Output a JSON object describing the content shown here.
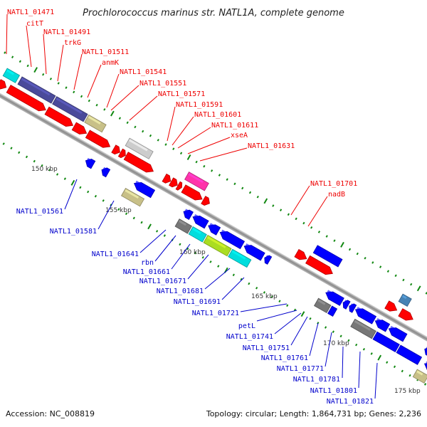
{
  "title": "Prochlorococcus marinus str. NATL1A, complete genome",
  "footer": {
    "accession": "Accession: NC_008819",
    "summary": "Topology: circular; Length: 1,864,731 bp; Genes: 2,236"
  },
  "colors": {
    "forward_gene": "#ff0000",
    "reverse_gene": "#0000ff",
    "backbone": "#999999",
    "tick": "#118811",
    "label_forward": "#ee0000",
    "label_reverse": "#0000cc"
  },
  "scale_ticks": [
    {
      "label": "150 kbp"
    },
    {
      "label": "155 kbp"
    },
    {
      "label": "160 kbp"
    },
    {
      "label": "165 kbp"
    },
    {
      "label": "170 kbp"
    },
    {
      "label": "175 kbp"
    }
  ],
  "forward_labels": [
    {
      "text": "NATL1_01471"
    },
    {
      "text": "citT"
    },
    {
      "text": "NATL1_01491"
    },
    {
      "text": "trkG"
    },
    {
      "text": "NATL1_01511"
    },
    {
      "text": "anmK"
    },
    {
      "text": "NATL1_01541"
    },
    {
      "text": "NATL1_01551"
    },
    {
      "text": "NATL1_01571"
    },
    {
      "text": "NATL1_01591"
    },
    {
      "text": "NATL1_01601"
    },
    {
      "text": "NATL1_01611"
    },
    {
      "text": "xseA"
    },
    {
      "text": "NATL1_01631"
    },
    {
      "text": "NATL1_01701"
    },
    {
      "text": "nadB"
    }
  ],
  "reverse_labels": [
    {
      "text": "NATL1_01561"
    },
    {
      "text": "NATL1_01581"
    },
    {
      "text": "NATL1_01641"
    },
    {
      "text": "rbn"
    },
    {
      "text": "NATL1_01661"
    },
    {
      "text": "NATL1_01671"
    },
    {
      "text": "NATL1_01681"
    },
    {
      "text": "NATL1_01691"
    },
    {
      "text": "NATL1_01721"
    },
    {
      "text": "petL"
    },
    {
      "text": "NATL1_01741"
    },
    {
      "text": "NATL1_01751"
    },
    {
      "text": "NATL1_01761"
    },
    {
      "text": "NATL1_01771"
    },
    {
      "text": "NATL1_01781"
    },
    {
      "text": "NATL1_01801"
    },
    {
      "text": "NATL1_01821"
    }
  ]
}
